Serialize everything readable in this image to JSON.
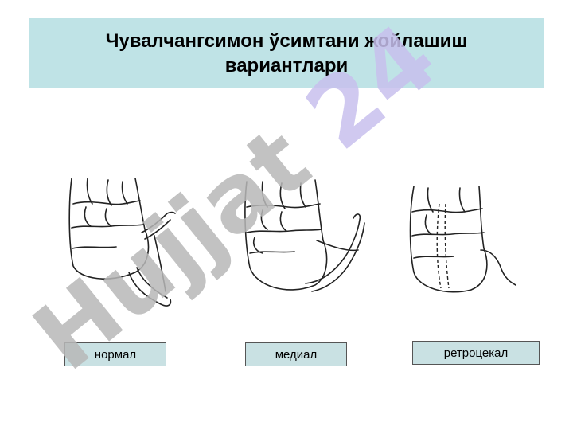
{
  "slide": {
    "title": "Чувалчангсимон ўсимтани жойлашиш\nвариантлари"
  },
  "figures": [
    {
      "label": "нормал"
    },
    {
      "label": "медиал"
    },
    {
      "label": "ретроцекал"
    }
  ],
  "watermark": {
    "text_main": "Hujjat",
    "text_accent": " 24",
    "color_main": "#b8b8b8",
    "color_accent": "#c8c0ee"
  },
  "colors": {
    "title_background": "#bfe3e6",
    "label_background": "#c9e1e3"
  }
}
